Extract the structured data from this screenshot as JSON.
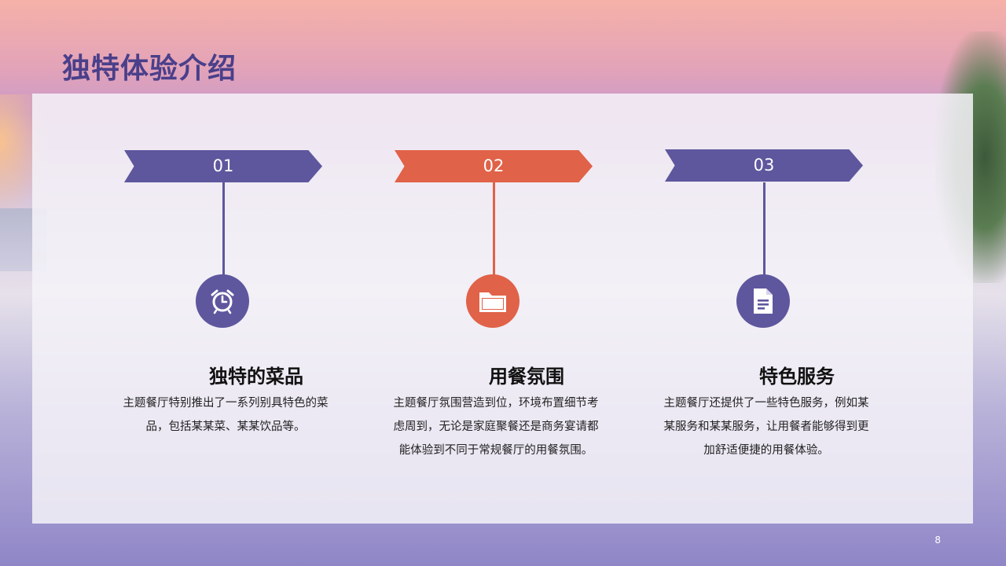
{
  "slide": {
    "title": "独特体验介绍",
    "page_number": "8"
  },
  "items": [
    {
      "number": "01",
      "icon": "alarm-clock-icon",
      "color": "#5e579e",
      "heading": "独特的菜品",
      "description": "主题餐厅特别推出了一系列别具特色的菜品，包括某某菜、某某饮品等。"
    },
    {
      "number": "02",
      "icon": "folder-icon",
      "color": "#e06248",
      "heading": "用餐氛围",
      "description": "主题餐厅氛围营造到位，环境布置细节考虑周到，无论是家庭聚餐还是商务宴请都能体验到不同于常规餐厅的用餐氛围。"
    },
    {
      "number": "03",
      "icon": "document-icon",
      "color": "#5e579e",
      "heading": "特色服务",
      "description": "主题餐厅还提供了一些特色服务，例如某某服务和某某服务，让用餐者能够得到更加舒适便捷的用餐体验。"
    }
  ]
}
